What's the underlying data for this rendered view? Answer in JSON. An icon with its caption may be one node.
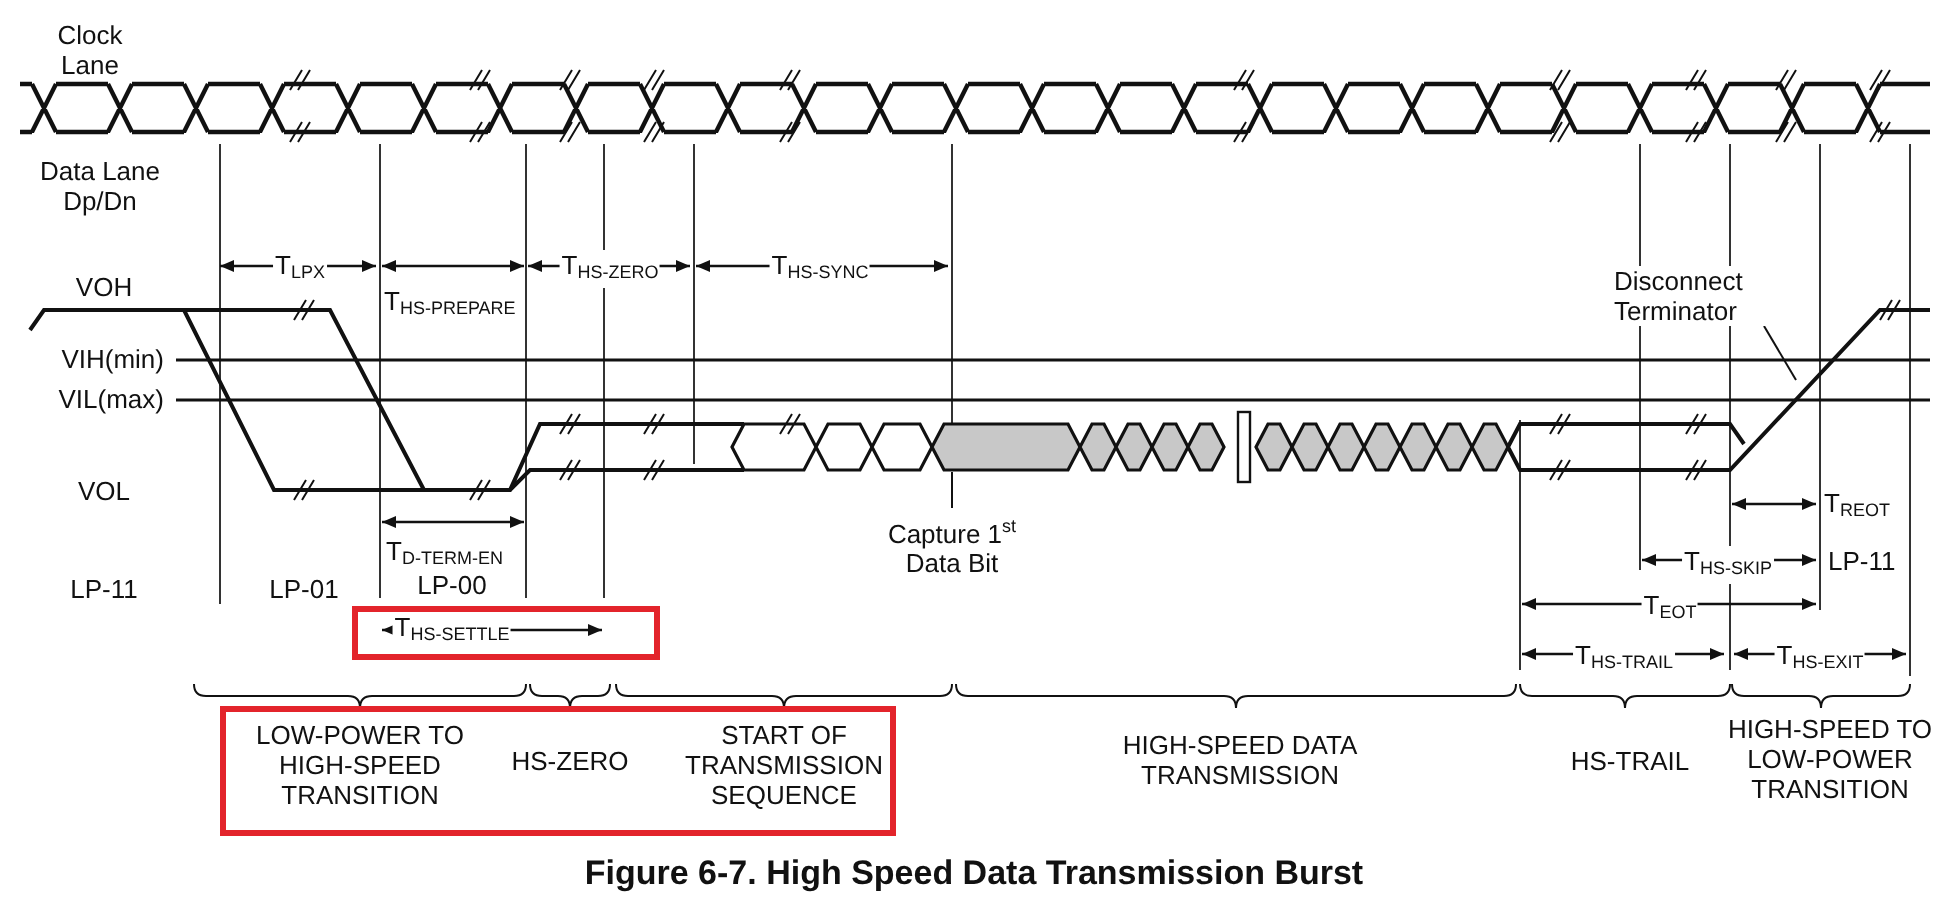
{
  "diagram": {
    "caption": "Figure 6-7. High Speed Data Transmission Burst",
    "nodes": [
      {
        "text": [
          "T$_{HS-SETTLE}$"
        ]
      },
      {
        "text": [
          "LOW-POWER TO HIGH-SPEED TRANSITION",
          "HS-ZERO",
          "START OF TRANSMISSION SEQUENCE"
        ]
      },
      {
        "text": [
          "Disconnect Terminator"
        ]
      },
      {
        "text": [
          "Capture 1$^{st}$ Data Bit"
        ]
      }
    ],
    "edges": [
      {
        "from": 2,
        "to": null,
        "arrow": "none"
      },
      {
        "from": 3,
        "to": null,
        "arrow": "none"
      }
    ],
    "labels": [
      "Clock Lane",
      "Data Lane Dp/Dn",
      "T$_{LPX}$",
      "T$_{HS-PREPARE}$",
      "T$_{HS-ZERO}$",
      "T$_{HS-SYNC}$",
      "VOH",
      "VIH(min)",
      "VIL(max)",
      "VOL",
      "T$_{D-TERM-EN}$",
      "LP-11",
      "LP-01",
      "LP-00",
      "T$_{REOT}$",
      "T$_{HS-SKIP}$",
      "LP-11",
      "T$_{EOT}$",
      "T$_{HS-TRAIL}$",
      "T$_{HS-EXIT}$",
      "HIGH-SPEED DATA TRANSMISSION",
      "HS-TRAIL",
      "HIGH-SPEED TO LOW-POWER TRANSITION"
    ]
  }
}
